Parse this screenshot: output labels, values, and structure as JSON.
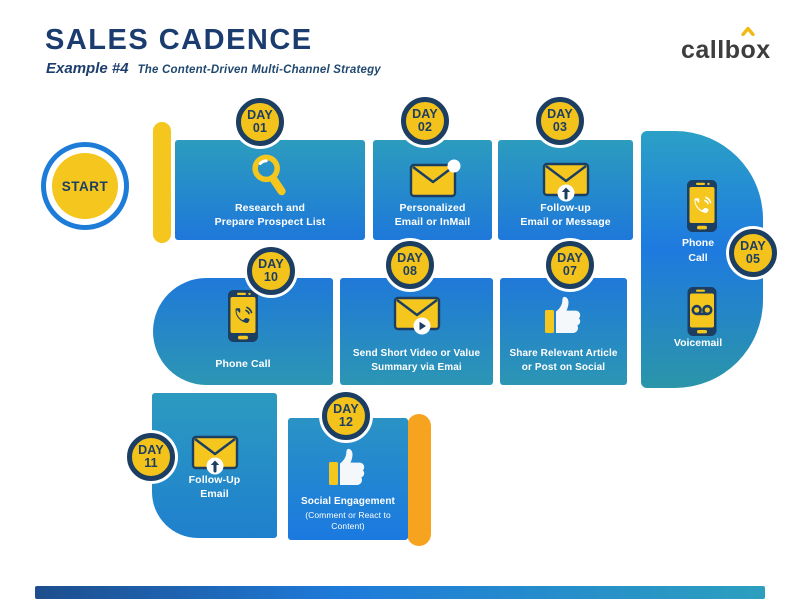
{
  "header": {
    "title": "SALES CADENCE",
    "example": "Example #4",
    "subtitle": "The Content-Driven Multi-Channel Strategy"
  },
  "logo": {
    "part1": "callb",
    "part2": "o",
    "part3": "x",
    "caret_icon": "caret-up-icon"
  },
  "start": {
    "label": "START"
  },
  "badges": {
    "day01": {
      "word": "DAY",
      "num": "01"
    },
    "day02": {
      "word": "DAY",
      "num": "02"
    },
    "day03": {
      "word": "DAY",
      "num": "03"
    },
    "day05": {
      "word": "DAY",
      "num": "05"
    },
    "day07": {
      "word": "DAY",
      "num": "07"
    },
    "day08": {
      "word": "DAY",
      "num": "08"
    },
    "day10": {
      "word": "DAY",
      "num": "10"
    },
    "day11": {
      "word": "DAY",
      "num": "11"
    },
    "day12": {
      "word": "DAY",
      "num": "12"
    }
  },
  "panels": {
    "day01": {
      "line1": "Research and",
      "line2": "Prepare Prospect List",
      "icon": "magnifier-icon"
    },
    "day02": {
      "line1": "Personalized",
      "line2": "Email or InMail",
      "icon": "email-new-icon"
    },
    "day03": {
      "line1": "Follow-up",
      "line2": "Email or Message",
      "icon": "email-up-arrow-icon"
    },
    "day05": {
      "label1_line1": "Phone",
      "label1_line2": "Call",
      "label2": "Voicemail",
      "icon1": "phone-call-icon",
      "icon2": "voicemail-icon"
    },
    "day10": {
      "line1": "Phone Call",
      "icon": "phone-call-icon"
    },
    "day08": {
      "line1": "Send Short Video or Value",
      "line2": "Summary via Emai",
      "icon": "email-video-icon"
    },
    "day07": {
      "line1": "Share Relevant Article",
      "line2": "or Post on Social",
      "icon": "thumbs-up-icon"
    },
    "day11": {
      "line1": "Follow-Up",
      "line2": "Email",
      "icon": "email-up-arrow-icon"
    },
    "day12": {
      "line1": "Social Engagement",
      "sub": "(Comment or React to Content)",
      "icon": "thumbs-up-icon"
    }
  },
  "colors": {
    "navy": "#1C3E63",
    "title_navy": "#1B3C6E",
    "yellow": "#F4C61E",
    "orange": "#F6A41F",
    "ring_blue": "#1E7CD9",
    "teal": "#2C9CBE",
    "blue": "#1E78DA",
    "logo_text": "#3D3D3D",
    "panel_text": "#FFFFFF"
  }
}
